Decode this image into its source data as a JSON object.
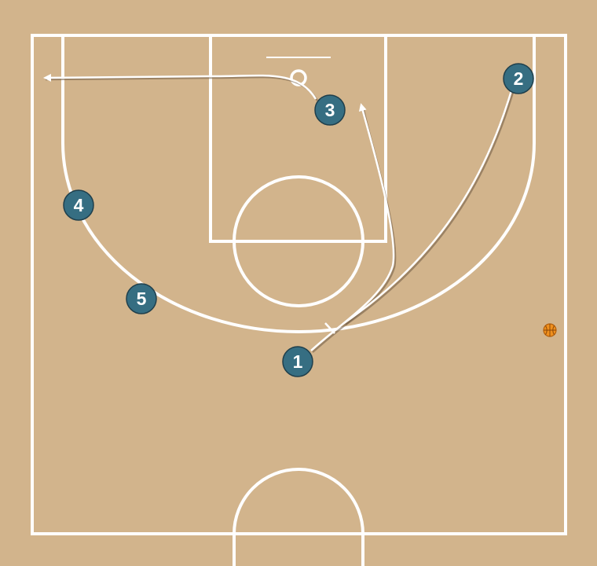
{
  "diagram": {
    "court_color": "#d2b48c",
    "line_color": "#ffffff",
    "player_color": "#366e82",
    "ball_color": "#f0901e",
    "ball_icon": "basketball-icon",
    "players": [
      {
        "label": "1"
      },
      {
        "label": "2"
      },
      {
        "label": "3"
      },
      {
        "label": "4"
      },
      {
        "label": "5"
      }
    ]
  }
}
